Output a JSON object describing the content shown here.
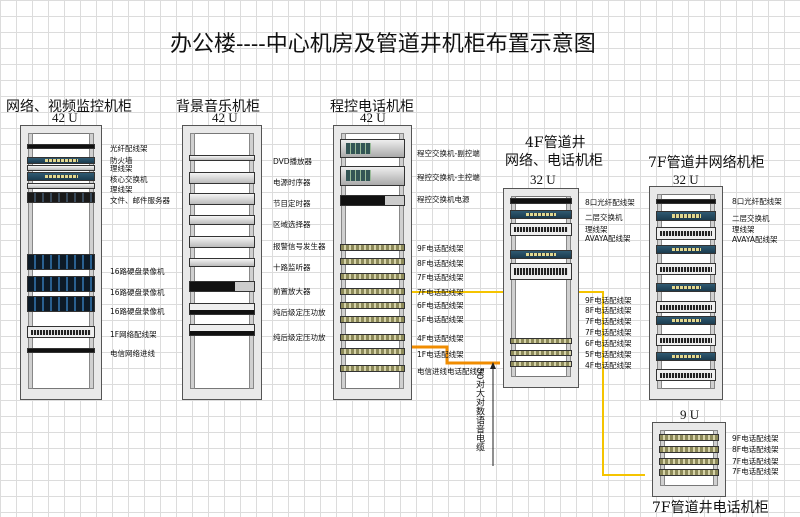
{
  "title": "办公楼----中心机房及管道井机柜布置示意图",
  "racks": {
    "r1": {
      "title": "网络、视频监控机柜",
      "units": "42 U",
      "labels": [
        "光纤配线架",
        "防火墙",
        "理线架",
        "核心交换机",
        "理线架",
        "文件、邮件服务器",
        "16路硬盘录像机",
        "16路硬盘录像机",
        "16路硬盘录像机",
        "1F网络配线架",
        "电信网络进线"
      ]
    },
    "r2": {
      "title": "背景音乐机柜",
      "units": "42 U",
      "labels": [
        "DVD播放器",
        "电源时序器",
        "节目定时器",
        "区域选择器",
        "报警信号发生器",
        "十路监听器",
        "前置放大器",
        "纯后级定压功放",
        "纯后级定压功放"
      ]
    },
    "r3": {
      "title": "程控电话机柜",
      "units": "42 U",
      "labels": [
        "程空交换机-副控端",
        "程控交换机-主控端",
        "程控交换机电源",
        "9F电话配线架",
        "8F电话配线架",
        "7F电话配线架",
        "7F电话配线架",
        "6F电话配线架",
        "5F电话配线架",
        "4F电话配线架",
        "1F电话配线架",
        "电信进线电话配线架"
      ]
    },
    "r4": {
      "title_line1": "4F管道井",
      "title_line2": "网络、电话机柜",
      "units": "32 U",
      "labels": [
        "8口光纤配线架",
        "二层交换机",
        "理线架",
        "AVAYA配线架",
        "9F电话配线架",
        "8F电话配线架",
        "7F电话配线架",
        "7F电话配线架",
        "6F电话配线架",
        "5F电话配线架",
        "4F电话配线架"
      ]
    },
    "r5": {
      "title": "7F管道井网络机柜",
      "units": "32 U",
      "labels": [
        "8口光纤配线架",
        "二层交换机",
        "理线架",
        "AVAYA配线架"
      ]
    },
    "r6": {
      "title": "7F管道井电话机柜",
      "units": "9 U",
      "labels": [
        "9F电话配线架",
        "8F电话配线架",
        "7F电话配线架",
        "7F电话配线架"
      ]
    }
  },
  "cable_label": "50对大对数语音电缆",
  "colors": {
    "yellow": "#f5c400",
    "orange": "#f08c00"
  }
}
